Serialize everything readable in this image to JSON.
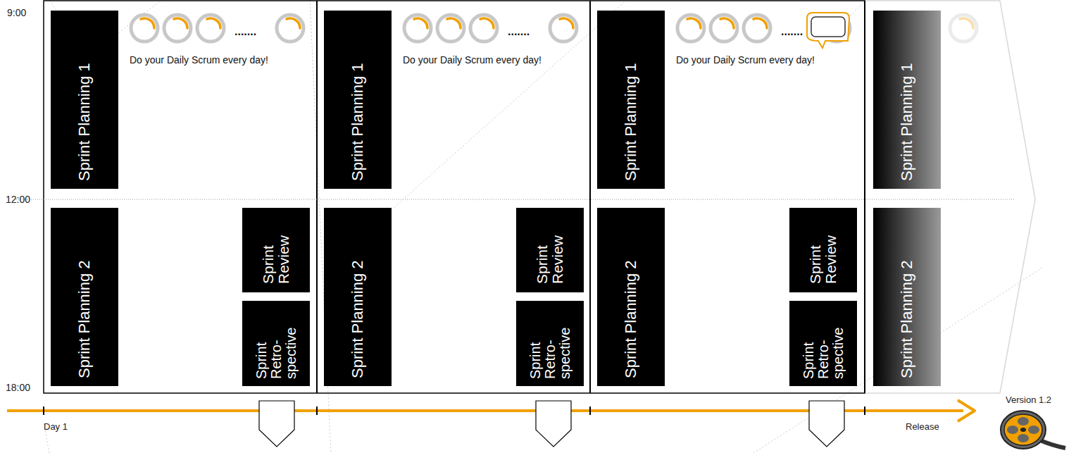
{
  "diagram": {
    "nodes": [
      {
        "text": [
          "Sprint Planning 1"
        ]
      },
      {
        "text": [
          "Sprint Planning 2"
        ]
      },
      {
        "text": [
          "Sprint Review"
        ]
      },
      {
        "text": [
          "Sprint Retro- spective"
        ]
      },
      {
        "text": [
          "Sprint Planning 1"
        ]
      },
      {
        "text": [
          "Sprint Planning 2"
        ]
      },
      {
        "text": [
          "Sprint Review"
        ]
      },
      {
        "text": [
          "Sprint Retro- spective"
        ]
      },
      {
        "text": [
          "Sprint Planning 1"
        ]
      },
      {
        "text": [
          "Sprint Planning 2"
        ]
      },
      {
        "text": [
          "Sprint Review"
        ]
      },
      {
        "text": [
          "Sprint Retro- spective"
        ]
      },
      {
        "text": [
          "Sprint Planning 1"
        ]
      },
      {
        "text": [
          "Sprint Planning 2"
        ]
      }
    ],
    "edges": [],
    "labels": [
      "9:00",
      "12:00",
      "18:00",
      "Do your Daily Scrum every day!",
      "Do your Daily Scrum every day!",
      "Do your Daily Scrum every day!",
      ".......",
      ".......",
      ".......",
      "Day 1",
      "Release",
      "Version 1.2"
    ]
  }
}
